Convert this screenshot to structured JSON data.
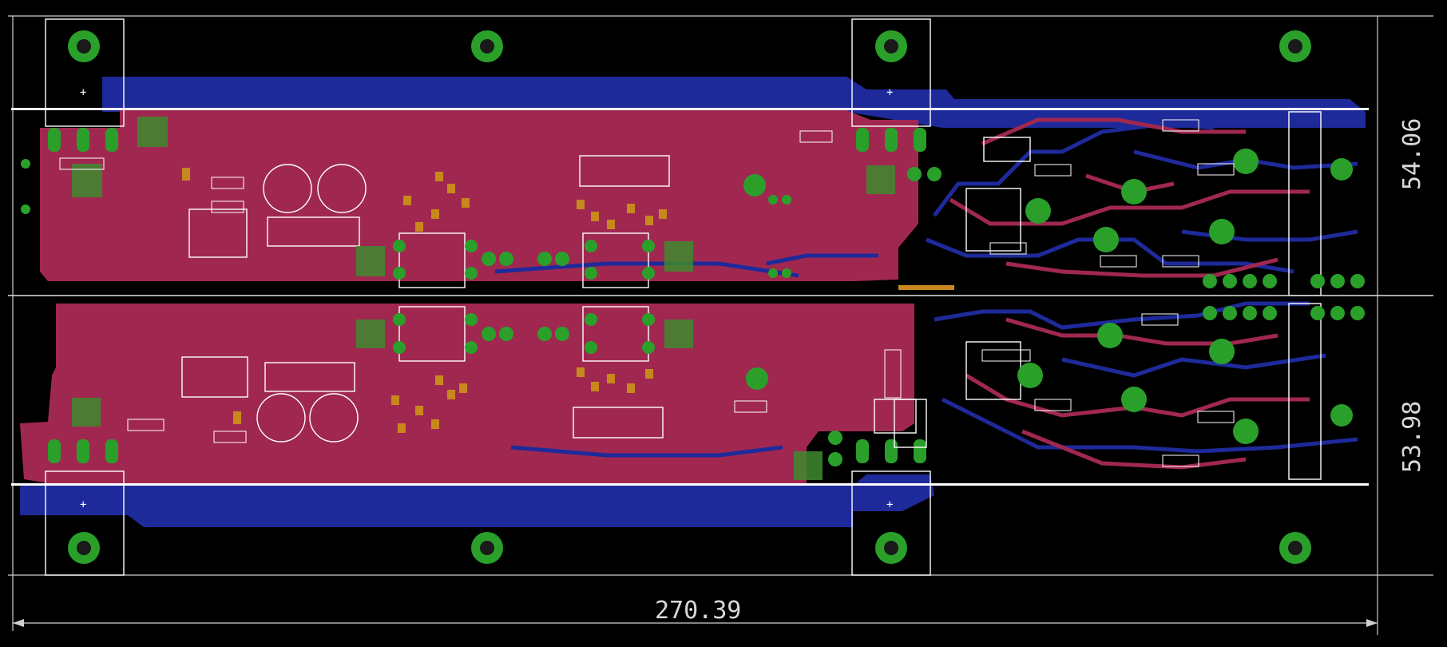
{
  "colors": {
    "background": "#000000",
    "top_copper": "#a02850",
    "bottom_copper": "#1e2a9a",
    "pad": "#2aa02a",
    "smd": "#c8881e",
    "silkscreen": "#ffffff",
    "dimension": "#d8d8d8"
  },
  "dimensions": {
    "width_label": "270.39",
    "height_upper_label": "54.06",
    "height_lower_label": "53.98"
  }
}
